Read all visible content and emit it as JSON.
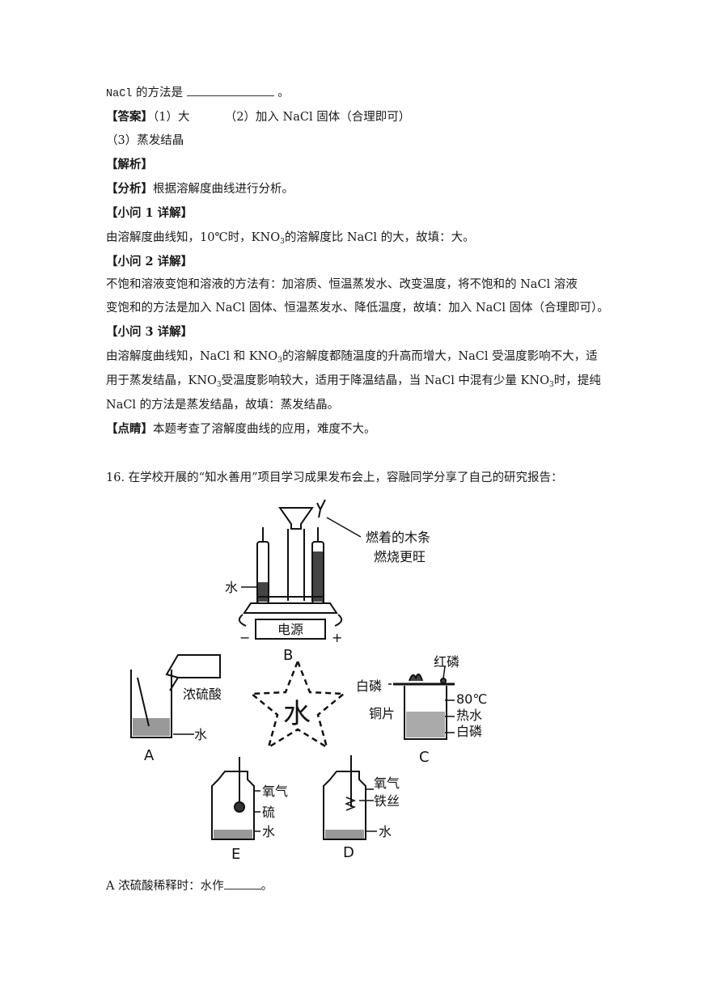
{
  "lines": {
    "l1_prefix": "NaCl",
    "l1_text": "的方法是",
    "l1_end": "。",
    "ans_bracket": "【答案】",
    "ans_1": "（1）大",
    "ans_2": "（2）加入 NaCl 固体（合理即可）",
    "ans_3": "（3）蒸发结晶",
    "jiexi": "【解析】",
    "fenxi_b": "【分析】",
    "fenxi": "根据溶解度曲线进行分析。",
    "q1_head": "【小问 1 详解】",
    "q1_a": "由溶解度曲线知，10℃时，KNO",
    "q1_sub": "3",
    "q1_b": "的溶解度比 NaCl 的大，故填：大。",
    "q2_head": "【小问 2 详解】",
    "q2_l1": "不饱和溶液变饱和溶液的方法有：加溶质、恒温蒸发水、改变温度，将不饱和的 NaCl 溶液",
    "q2_l2": "变饱和的方法是加入 NaCl 固体、恒温蒸发水、降低温度，故填：加入 NaCl 固体（合理即可）。",
    "q3_head": "【小问 3 详解】",
    "q3_l1a": "由溶解度曲线知，NaCl 和 KNO",
    "q3_l1sub": "3",
    "q3_l1b": "的溶解度都随温度的升高而增大，NaCl 受温度影响不大，适",
    "q3_l2a": "用于蒸发结晶，KNO",
    "q3_l2sub": "3",
    "q3_l2b": "受温度影响较大，适用于降温结晶，当 NaCl 中混有少量 KNO",
    "q3_l2sub2": "3",
    "q3_l2c": "时，提纯",
    "q3_l3": "NaCl 的方法是蒸发结晶，故填：蒸发结晶。",
    "dianjing_b": "【点睛】",
    "dianjing": "本题考查了溶解度曲线的应用，难度不大。",
    "q16": "16.  在学校开展的“知水善用”项目学习成果发布会上，容融同学分享了自己的研究报告：",
    "a_line": "A 浓硫酸稀释时：水作",
    "a_end": "。"
  },
  "figure": {
    "center": "水",
    "B_label": "B",
    "B_water": "水",
    "B_power": "电源",
    "B_minus": "−",
    "B_plus": "+",
    "B_note1": "燃着的木条",
    "B_note2": "燃烧更旺",
    "A_label": "A",
    "A_acid": "浓硫酸",
    "A_water": "水",
    "C_label": "C",
    "C_white1": "白磷",
    "C_red": "红磷",
    "C_temp": "80℃",
    "C_hot": "热水",
    "C_copper": "铜片",
    "C_white2": "白磷",
    "E_label": "E",
    "E_o2": "氧气",
    "E_s": "硫",
    "E_water": "水",
    "D_label": "D",
    "D_o2": "氧气",
    "D_fe": "铁丝",
    "D_water": "水"
  }
}
